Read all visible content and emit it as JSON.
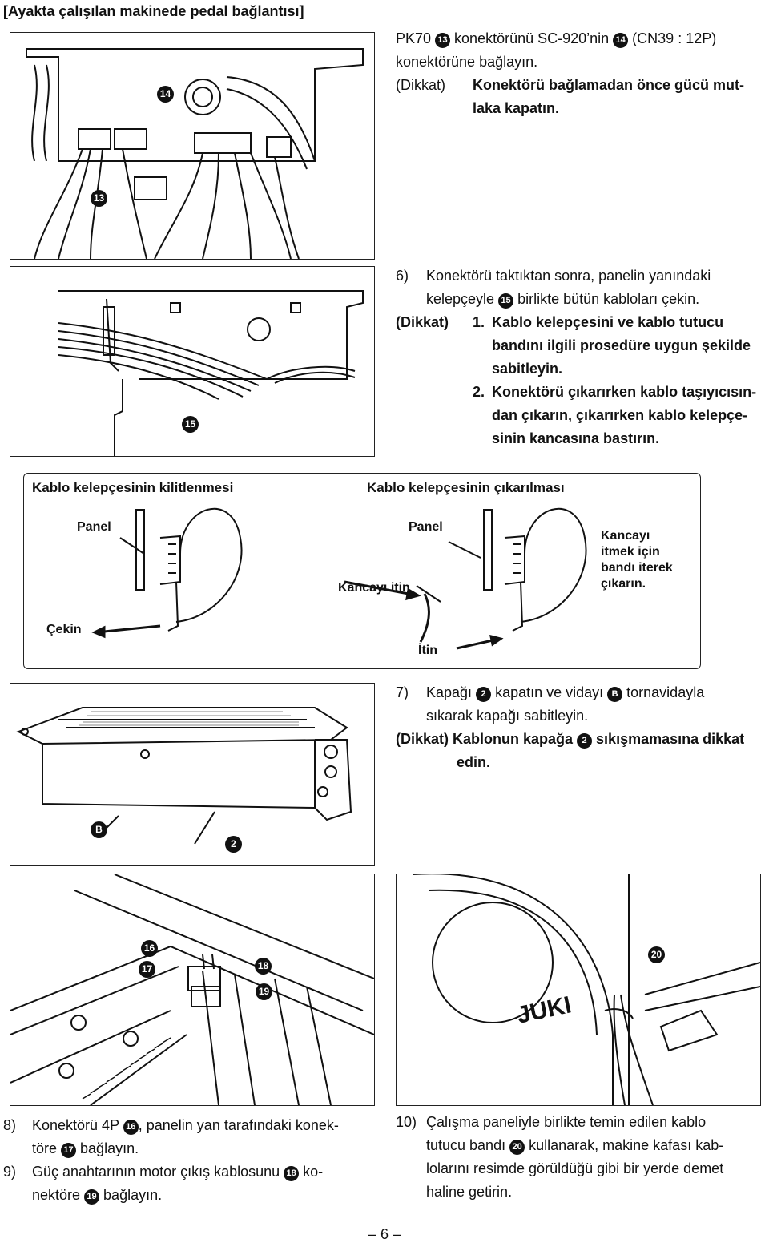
{
  "heading": "[Ayakta çalışılan makinede pedal bağlantısı]",
  "section_pk70": {
    "line1_a": "PK70 ",
    "c13": "13",
    "line1_b": " konektörünü SC-920’nin ",
    "c14": "14",
    "line1_c": " (CN39 : 12P)",
    "line2": "konektörüne bağlayın.",
    "note_label": "(Dikkat)",
    "note_text_1": "Konektörü bağlamadan önce gücü mut-",
    "note_text_2": "laka kapatın."
  },
  "fig1_labels": {
    "c14": "14",
    "c13": "13"
  },
  "step6": {
    "num": "6)",
    "line1": "Konektörü taktıktan sonra, panelin yanındaki",
    "line2_a": "kelepçeyle ",
    "c15": "15",
    "line2_b": " birlikte bütün kabloları çekin.",
    "note_label": "(Dikkat)",
    "n1_num": "1.",
    "n1_l1": "Kablo kelepçesini ve kablo tutucu",
    "n1_l2": "bandını ilgili prosedüre uygun şekilde",
    "n1_l3": "sabitleyin.",
    "n2_num": "2.",
    "n2_l1": "Konektörü çıkarırken kablo taşıyıcısın-",
    "n2_l2": "dan çıkarın, çıkarırken kablo kelepçe-",
    "n2_l3": "sinin kancasına bastırın."
  },
  "fig2_labels": {
    "c15": "15"
  },
  "clamp": {
    "lock_title": "Kablo kelepçesinin kilitlenmesi",
    "release_title": "Kablo kelepçesinin çıkarılması",
    "panel_left": "Panel",
    "panel_right": "Panel",
    "cekin": "Çekin",
    "kancayi_itin": "Kancayı itin",
    "itin": "İtin",
    "note_l1": "Kancayı",
    "note_l2": "itmek için",
    "note_l3": "bandı iterek",
    "note_l4": "çıkarın."
  },
  "step7": {
    "num": "7)",
    "line1_a": "Kapağı ",
    "c2": "2",
    "line1_b": " kapatın ve vidayı ",
    "cB": "B",
    "line1_c": " tornavidayla",
    "line2": "sıkarak kapağı sabitleyin.",
    "note_a": "(Dikkat) Kablonun kapağa ",
    "note_c2": "2",
    "note_b": " sıkışmamasına dikkat",
    "note_l2": "edin."
  },
  "fig3_labels": {
    "cB": "B",
    "c2": "2"
  },
  "fig4_labels": {
    "c16": "16",
    "c17": "17",
    "c18": "18",
    "c19": "19",
    "c20": "20",
    "brand": "JUKI"
  },
  "step8": {
    "num": "8)",
    "line1_a": "Konektörü 4P ",
    "c16": "16",
    "line1_b": ", panelin yan tarafındaki konek-",
    "line2_a": "töre ",
    "c17": "17",
    "line2_b": " bağlayın."
  },
  "step9": {
    "num": "9)",
    "line1_a": "Güç anahtarının motor çıkış kablosunu ",
    "c18": "18",
    "line1_b": " ko-",
    "line2_a": "nektöre ",
    "c19": "19",
    "line2_b": " bağlayın."
  },
  "step10": {
    "num": "10)",
    "line1": "Çalışma paneliyle birlikte temin edilen kablo",
    "line2_a": "tutucu bandı ",
    "c20": "20",
    "line2_b": " kullanarak, makine kafası kab-",
    "line3": "lolarını resimde görüldüğü gibi bir yerde demet",
    "line4": "haline getirin."
  },
  "page_number": "– 6 –"
}
